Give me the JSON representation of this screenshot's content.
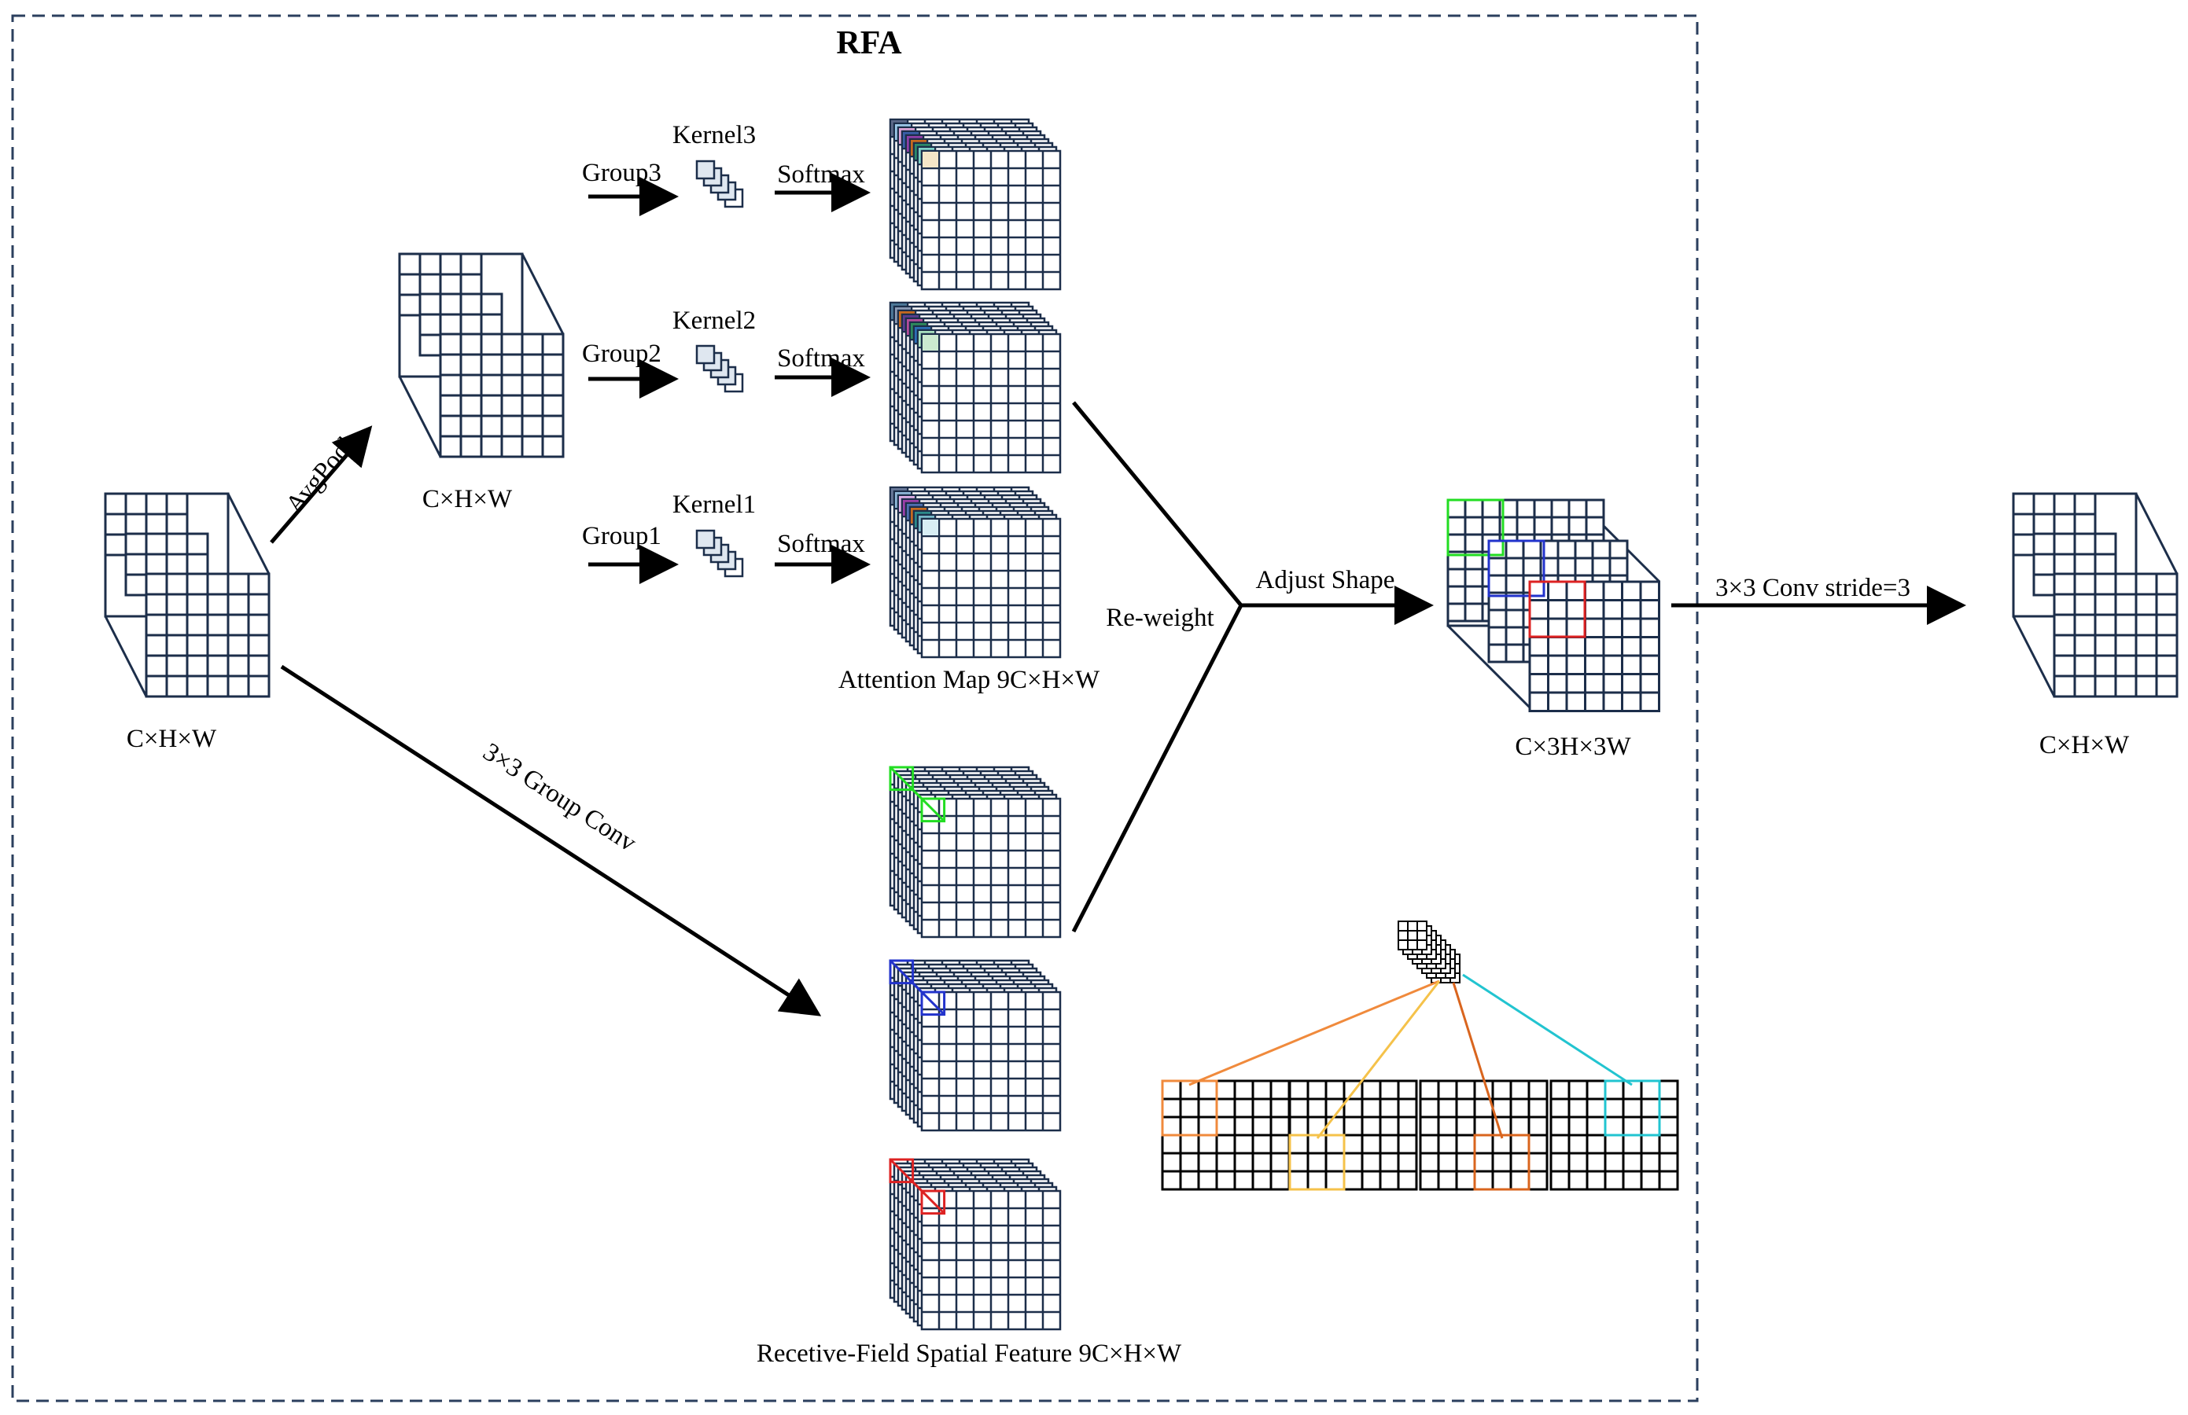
{
  "title": "RFA",
  "labels": {
    "input": "C×H×W",
    "avgpool": "AvgPool",
    "pooled": "C×H×W",
    "group3": "Group3",
    "group2": "Group2",
    "group1": "Group1",
    "kernel3": "Kernel3",
    "kernel2": "Kernel2",
    "kernel1": "Kernel1",
    "softmax": "Softmax",
    "attention_map": "Attention Map 9C×H×W",
    "group_conv": "3×3 Group Conv",
    "reweight": "Re-weight",
    "adjust_shape": "Adjust Shape",
    "adjusted": "C×3H×3W",
    "stride_conv": "3×3 Conv stride=3",
    "output": "C×H×W",
    "rf_feature": "Recetive-Field Spatial Feature 9C×H×W"
  },
  "colors": {
    "grid_line": "#1c2e4a",
    "receptive_field_1": "#22dd22",
    "receptive_field_2": "#2233cc",
    "receptive_field_3": "#dd2222",
    "demo_orange": "#f08a3c",
    "demo_yellow": "#f5c24a",
    "demo_brown": "#d9651e",
    "demo_cyan": "#22c4d0"
  }
}
